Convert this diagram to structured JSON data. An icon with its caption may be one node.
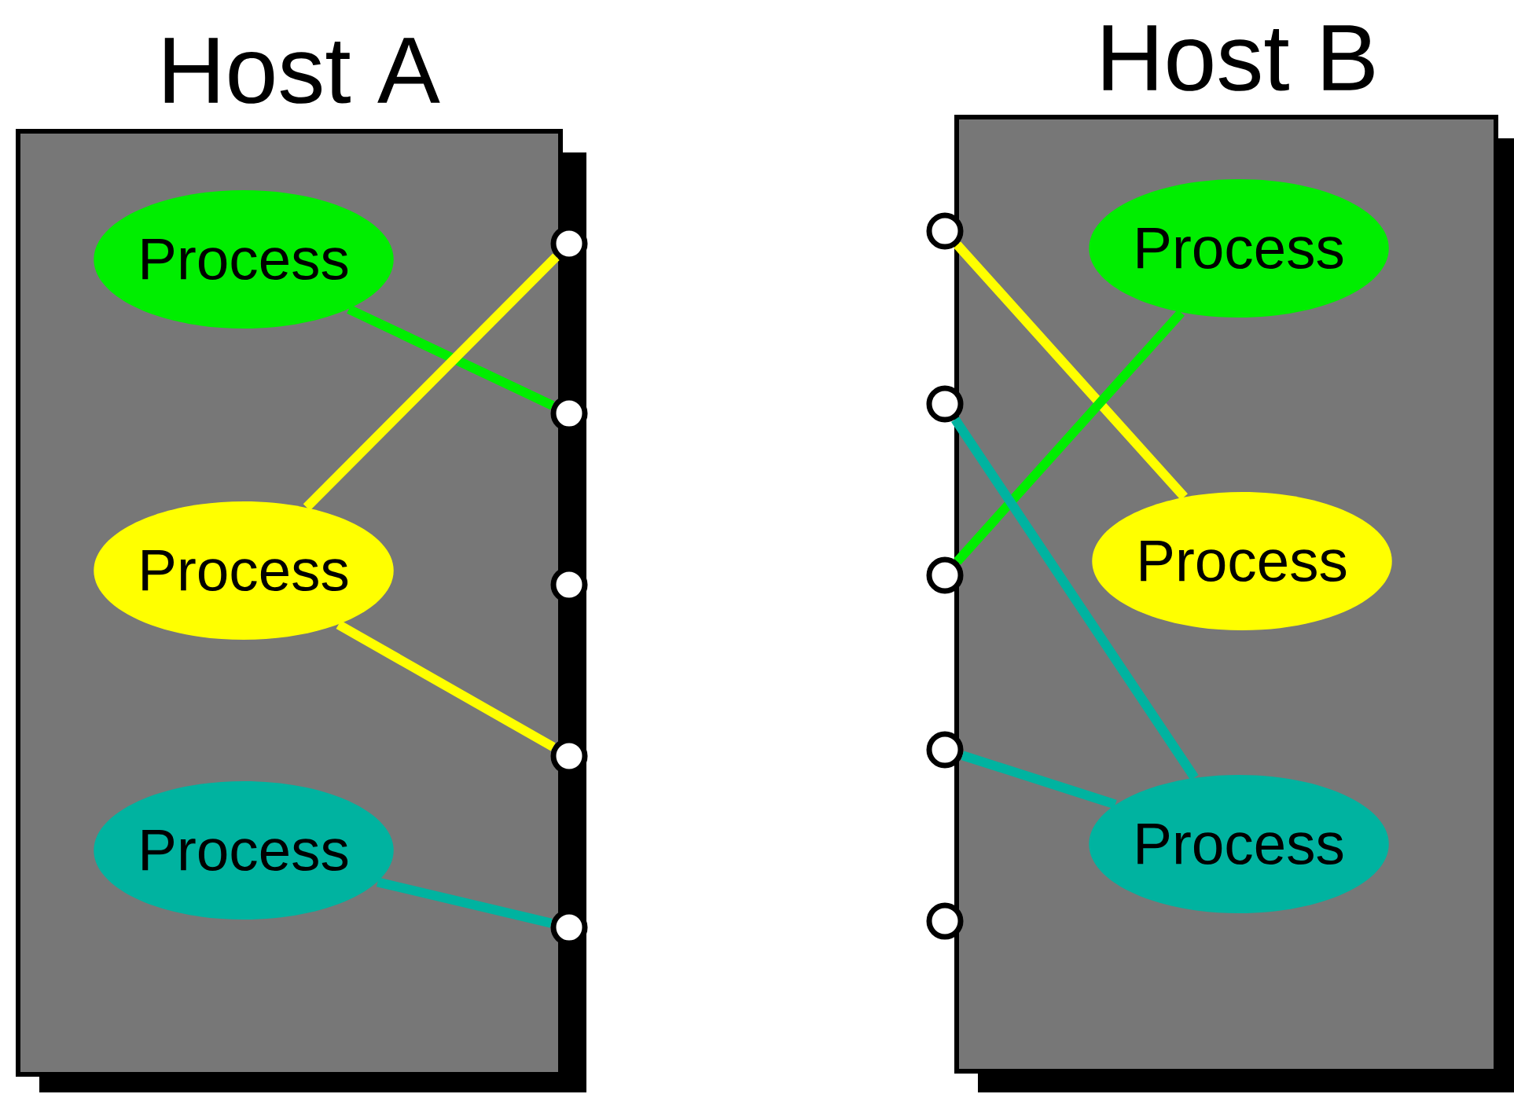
{
  "diagram": {
    "nodes": [
      {
        "text": [
          "Host A"
        ]
      },
      {
        "text": [
          "Process"
        ],
        "in": 0
      },
      {
        "text": [
          "Process"
        ],
        "in": 0
      },
      {
        "text": [
          "Process"
        ],
        "in": 0
      },
      {
        "text": [],
        "shape": "circle",
        "in": 0
      },
      {
        "text": [],
        "shape": "circle",
        "in": 0
      },
      {
        "text": [],
        "shape": "circle",
        "in": 0
      },
      {
        "text": [],
        "shape": "circle",
        "in": 0
      },
      {
        "text": [],
        "shape": "circle",
        "in": 0
      },
      {
        "text": [
          "Host B"
        ]
      },
      {
        "text": [
          "Process"
        ],
        "in": 9
      },
      {
        "text": [
          "Process"
        ],
        "in": 9
      },
      {
        "text": [
          "Process"
        ],
        "in": 9
      },
      {
        "text": [],
        "shape": "circle"
      },
      {
        "text": [],
        "shape": "circle"
      },
      {
        "text": [],
        "shape": "circle"
      },
      {
        "text": [],
        "shape": "circle"
      },
      {
        "text": [],
        "shape": "circle"
      }
    ],
    "edges": [
      {
        "from": 1,
        "to": 5,
        "arrow": "none",
        "color": "#00ee00"
      },
      {
        "from": 2,
        "to": 4,
        "arrow": "none",
        "color": "#ffff00"
      },
      {
        "from": 2,
        "to": 7,
        "arrow": "none",
        "color": "#ffff00"
      },
      {
        "from": 3,
        "to": 8,
        "arrow": "none",
        "color": "#00b3a0"
      },
      {
        "from": 13,
        "to": 11,
        "arrow": "none",
        "color": "#ffff00"
      },
      {
        "from": 15,
        "to": 10,
        "arrow": "none",
        "color": "#00ee00"
      },
      {
        "from": 14,
        "to": 12,
        "arrow": "none",
        "color": "#00b3a0"
      },
      {
        "from": 16,
        "to": 12,
        "arrow": "none",
        "color": "#00b3a0"
      }
    ]
  }
}
